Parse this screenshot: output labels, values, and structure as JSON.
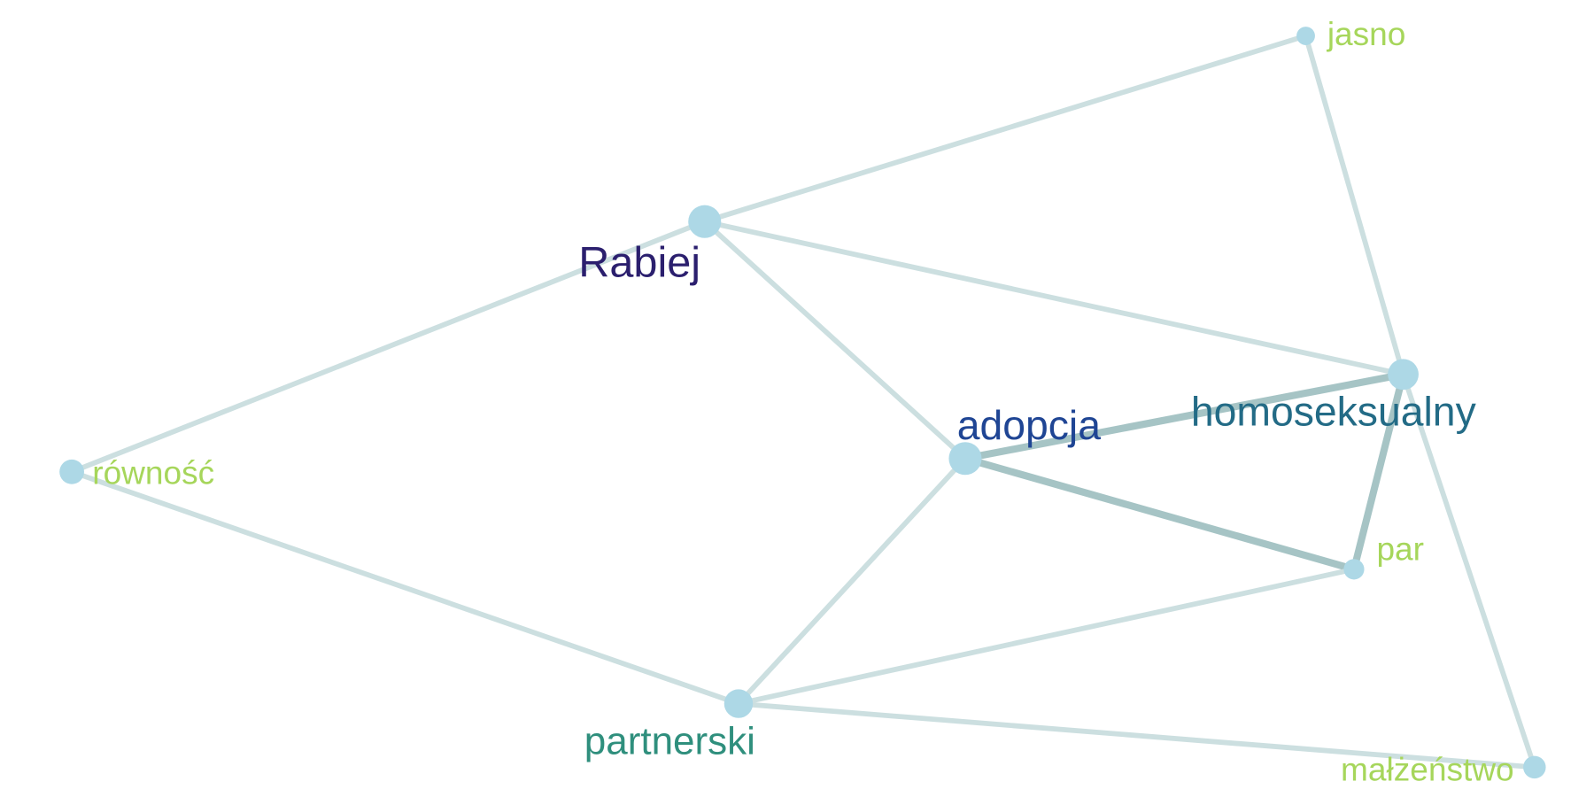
{
  "graph": {
    "nodes": [
      {
        "id": "rabiej",
        "label": "Rabiej",
        "color": "#2b1f6e",
        "node_color": "#add8e6"
      },
      {
        "id": "adopcja",
        "label": "adopcja",
        "color": "#1f4594",
        "node_color": "#add8e6"
      },
      {
        "id": "homoseksualny",
        "label": "homoseksualny",
        "color": "#236b86",
        "node_color": "#add8e6"
      },
      {
        "id": "partnerski",
        "label": "partnerski",
        "color": "#2f8f7d",
        "node_color": "#add8e6"
      },
      {
        "id": "rownosc",
        "label": "równość",
        "color": "#a6d65b",
        "node_color": "#add8e6"
      },
      {
        "id": "jasno",
        "label": "jasno",
        "color": "#a6d65b",
        "node_color": "#add8e6"
      },
      {
        "id": "par",
        "label": "par",
        "color": "#a6d65b",
        "node_color": "#add8e6"
      },
      {
        "id": "malzenstwo",
        "label": "małżeństwo",
        "color": "#a6d65b",
        "node_color": "#add8e6"
      }
    ],
    "edges": [
      {
        "source": "rabiej",
        "target": "jasno",
        "color": "#ccdfe0"
      },
      {
        "source": "rabiej",
        "target": "rownosc",
        "color": "#ccdfe0"
      },
      {
        "source": "rabiej",
        "target": "homoseksualny",
        "color": "#ccdfe0"
      },
      {
        "source": "rabiej",
        "target": "adopcja",
        "color": "#ccdfe0"
      },
      {
        "source": "jasno",
        "target": "homoseksualny",
        "color": "#ccdfe0"
      },
      {
        "source": "adopcja",
        "target": "homoseksualny",
        "color": "#a6c4c5"
      },
      {
        "source": "adopcja",
        "target": "par",
        "color": "#a6c4c5"
      },
      {
        "source": "adopcja",
        "target": "partnerski",
        "color": "#ccdfe0"
      },
      {
        "source": "homoseksualny",
        "target": "par",
        "color": "#a6c4c5"
      },
      {
        "source": "homoseksualny",
        "target": "malzenstwo",
        "color": "#ccdfe0"
      },
      {
        "source": "rownosc",
        "target": "partnerski",
        "color": "#ccdfe0"
      },
      {
        "source": "partnerski",
        "target": "par",
        "color": "#ccdfe0"
      },
      {
        "source": "partnerski",
        "target": "malzenstwo",
        "color": "#ccdfe0"
      }
    ]
  }
}
